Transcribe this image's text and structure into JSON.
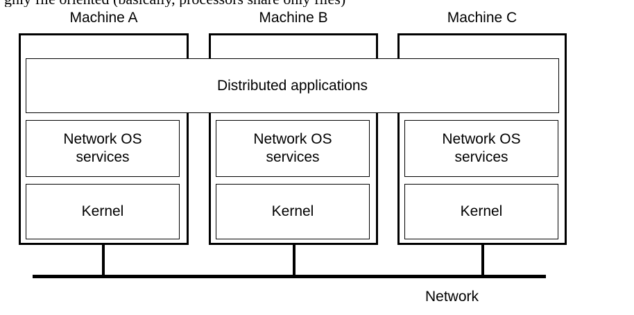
{
  "caption": "ghly file oriented (basically, processors share only files)",
  "machines": [
    {
      "label": "Machine A",
      "services": "Network OS services",
      "kernel": "Kernel"
    },
    {
      "label": "Machine B",
      "services": "Network OS services",
      "kernel": "Kernel"
    },
    {
      "label": "Machine C",
      "services": "Network OS services",
      "kernel": "Kernel"
    }
  ],
  "distributed_applications": "Distributed applications",
  "network_label": "Network"
}
